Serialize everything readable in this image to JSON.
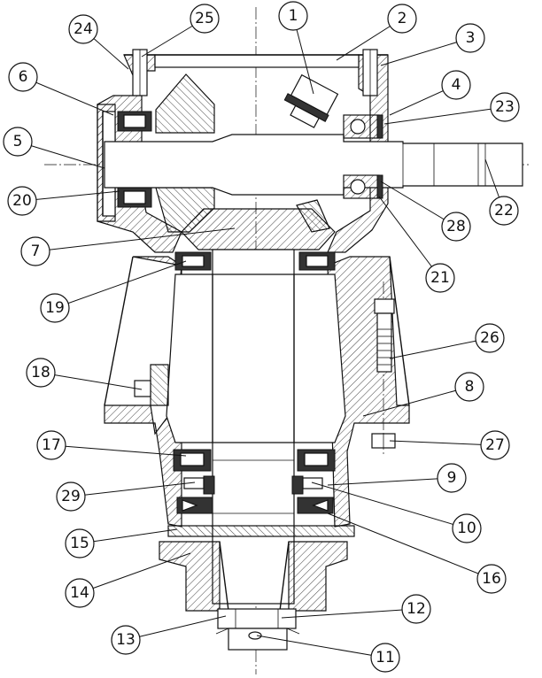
{
  "diagram": {
    "labels": [
      "1",
      "2",
      "3",
      "4",
      "5",
      "6",
      "7",
      "8",
      "9",
      "10",
      "11",
      "12",
      "13",
      "14",
      "15",
      "16",
      "17",
      "18",
      "19",
      "20",
      "21",
      "22",
      "23",
      "24",
      "25",
      "26",
      "27",
      "28",
      "29"
    ]
  }
}
